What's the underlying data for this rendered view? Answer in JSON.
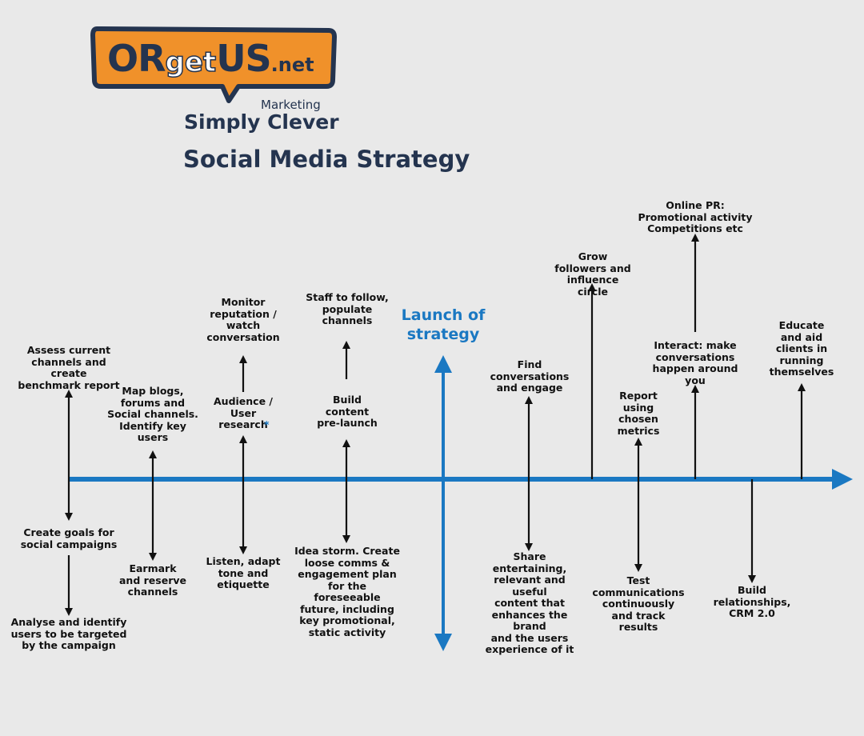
{
  "logo": {
    "part1": "OR",
    "part2": "get",
    "part3": "US",
    "part4": ".net",
    "tag_small": "Marketing",
    "tag_large": "Simply Clever"
  },
  "title": "Social Media Strategy",
  "launch": "Launch of\nstrategy",
  "steps": {
    "assess": "Assess current\nchannels and create\nbenchmark report",
    "goals": "Create goals for\nsocial campaigns",
    "analyse": "Analyse and identify\nusers to be targeted\nby the campaign",
    "map": "Map blogs,\nforums and\nSocial channels.\nIdentify key\nusers",
    "earmark": "Earmark\nand reserve\nchannels",
    "monitor": "Monitor\nreputation /\nwatch\nconversation",
    "audience": "Audience /\nUser\nresearch",
    "audience_mark": "*",
    "listen": "Listen, adapt\ntone and\netiquette",
    "staff": "Staff to follow,\npopulate\nchannels",
    "build_content": "Build\ncontent\npre-launch",
    "idea": "Idea storm. Create\nloose comms &\nengagement plan\nfor the foreseeable\nfuture, including\nkey promotional,\nstatic activity",
    "find": "Find\nconversations\nand engage",
    "share": "Share entertaining,\nrelevant and useful\ncontent that\nenhances the brand\nand the users\nexperience of it",
    "grow": "Grow\nfollowers and\ninfluence\ncircle",
    "report": "Report\nusing\nchosen\nmetrics",
    "test": "Test\ncommunications\ncontinuously\nand track\nresults",
    "pr": "Online PR:\nPromotional activity\nCompetitions etc",
    "interact": "Interact: make\nconversations\nhappen around\nyou",
    "relationships": "Build\nrelationships,\nCRM 2.0",
    "educate": "Educate\nand aid\nclients in\nrunning\nthemselves"
  },
  "colors": {
    "background": "#e9e9e9",
    "timeline": "#1a78c2",
    "logo_orange": "#f0912a",
    "logo_navy": "#24344f",
    "arrow": "#111111"
  }
}
